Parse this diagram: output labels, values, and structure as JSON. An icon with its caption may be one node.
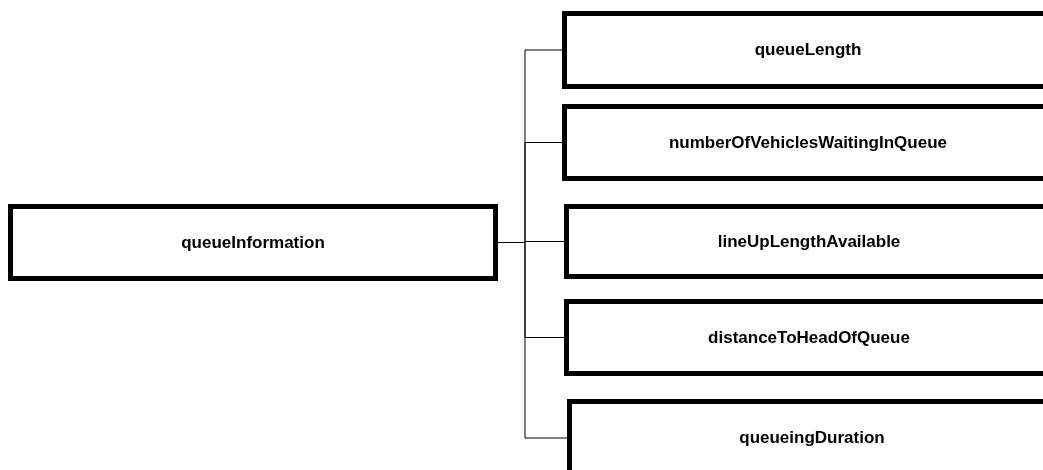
{
  "diagram": {
    "nodes": [
      {
        "text": [
          "queueInformation"
        ]
      },
      {
        "text": [
          "queueLength"
        ]
      },
      {
        "text": [
          "numberOfVehiclesWaitingInQueue"
        ]
      },
      {
        "text": [
          "lineUpLengthAvailable"
        ]
      },
      {
        "text": [
          "distanceToHeadOfQueue"
        ]
      },
      {
        "text": [
          "queueingDuration"
        ]
      }
    ],
    "edges": [
      {
        "from": 0,
        "to": 1,
        "arrow": "none"
      },
      {
        "from": 0,
        "to": 2,
        "arrow": "none"
      },
      {
        "from": 0,
        "to": 3,
        "arrow": "none"
      },
      {
        "from": 0,
        "to": 4,
        "arrow": "none"
      },
      {
        "from": 0,
        "to": 5,
        "arrow": "none"
      }
    ]
  }
}
